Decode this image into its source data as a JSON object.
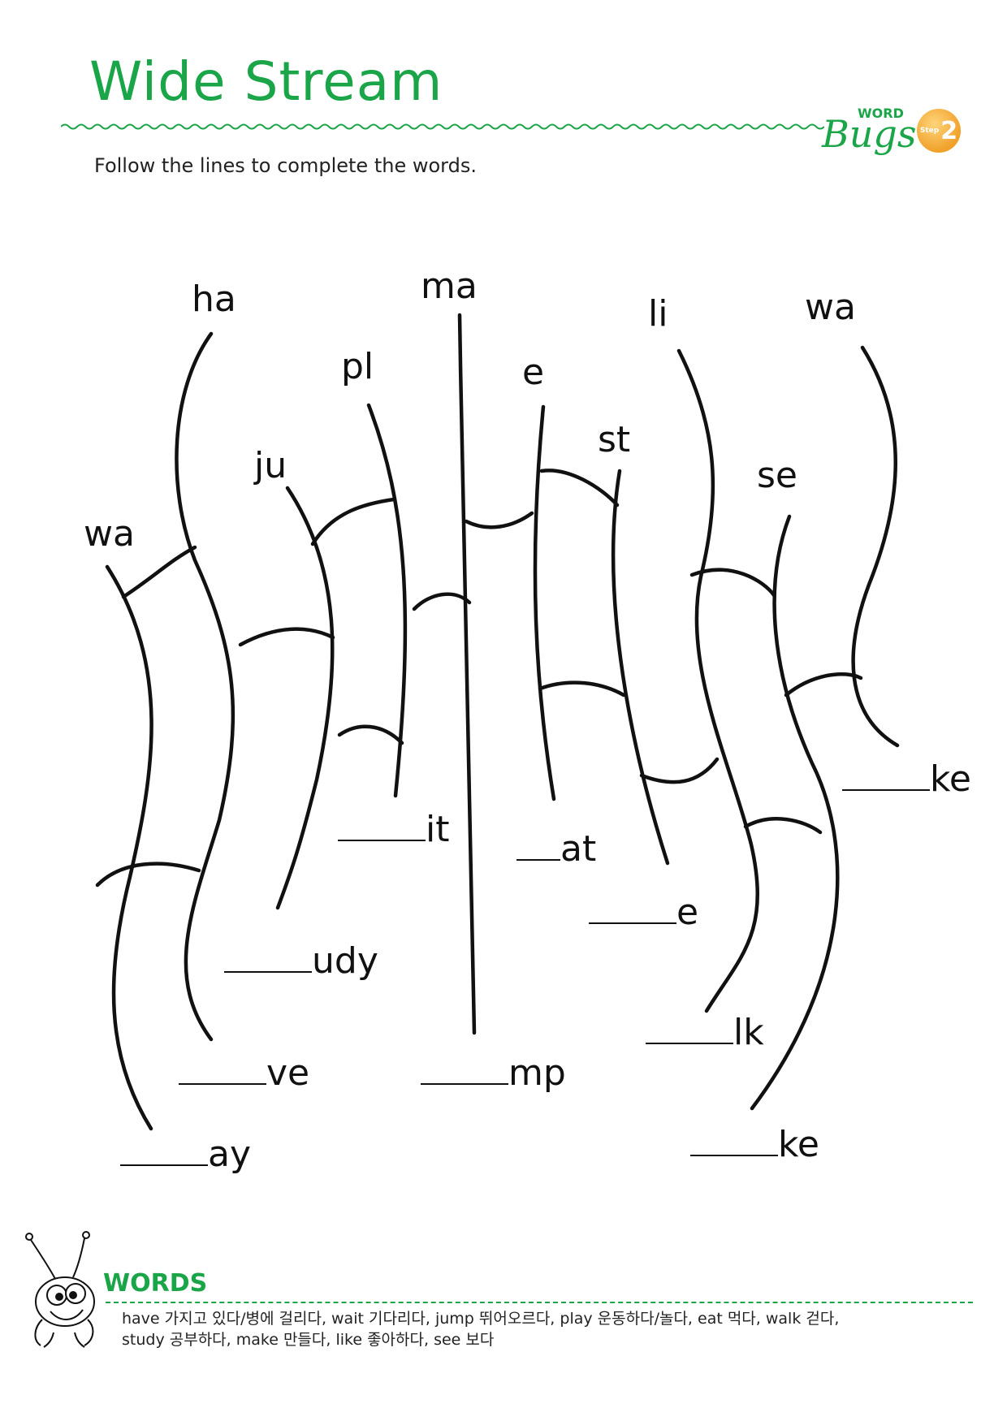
{
  "header": {
    "title": "Wide Stream",
    "instruction": "Follow the lines to complete the words.",
    "logo": {
      "word": "WORD",
      "bugs": "Bugs",
      "step": "Step",
      "step_number": "2",
      "accent": "#1aa548",
      "badge": "#f0a12a"
    }
  },
  "maze": {
    "starts": [
      "ha",
      "ma",
      "li",
      "wa",
      "pl",
      "e",
      "st",
      "ju",
      "se",
      "wa"
    ],
    "endings": [
      "ke",
      "it",
      "at",
      "e",
      "udy",
      "lk",
      "ve",
      "mp",
      "ay",
      "ke"
    ]
  },
  "words": {
    "title": "WORDS",
    "line1": "have 가지고 있다/병에 걸리다, wait 기다리다, jump 뛰어오르다, play 운동하다/놀다, eat 먹다, walk 걷다,",
    "line2": "study 공부하다, make 만들다, like 좋아하다, see 보다"
  }
}
